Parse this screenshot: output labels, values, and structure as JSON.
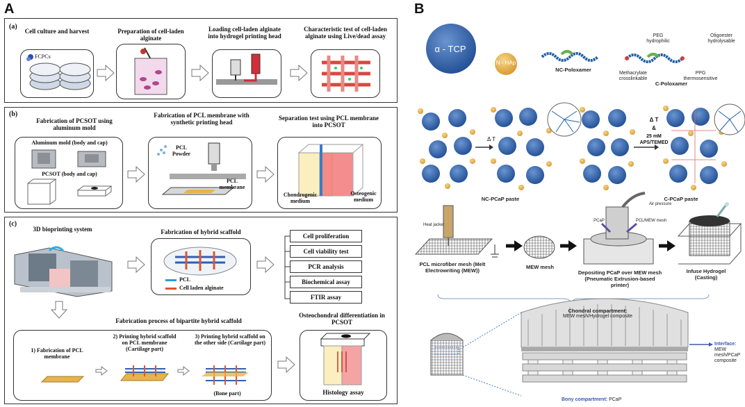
{
  "panelA": {
    "letter": "A",
    "a": {
      "tag": "(a)",
      "steps": [
        "Cell culture and harvest",
        "Preparation of cell-laden alginate",
        "Loading cell-laden alginate into hydrogel printing head",
        "Characteristic test of cell-laden alginate using Live/dead assay"
      ],
      "fcpcs": "FCPCs"
    },
    "b": {
      "tag": "(b)",
      "steps": [
        "Fabrication of PCSOT using aluminum mold",
        "Fabrication of PCL membrane with synthetic printing head",
        "Separation test using PCL membrane into PCSOT"
      ],
      "mold_label": "Aluminum mold (body and cap)",
      "pcsot_label": "PCSOT (body and cap)",
      "pcl_powder": "PCL Powder",
      "pcl_membrane": "PCL membrane",
      "chondro": "Chondrogenic medium",
      "osteo": "Osteogenic medium"
    },
    "c": {
      "tag": "(c)",
      "bioprint": "3D bioprinting system",
      "hybrid": "Fabrication of hybrid scaffold",
      "legend_pcl": "PCL",
      "legend_alg": "Cell laden alginate",
      "assays": [
        "Cell proliferation",
        "Cell viability test",
        "PCR analysis",
        "Biochemical assay",
        "FTIR assay"
      ],
      "bipartite": "Fabrication process of bipartite hybrid scaffold",
      "osteo_diff": "Osteochondral differentiation in PCSOT",
      "bp_steps": [
        "1) Fabrication of PCL membrane",
        "2) Printing hybrid scaffold on PCL membrane (Cartilage part)",
        "3) Printing hybrid scaffold on the other side (Cartilage part)"
      ],
      "bone_part": "(Bone part)",
      "histology": "Histology assay"
    }
  },
  "panelB": {
    "letter": "B",
    "alpha_tcp": "α - TCP",
    "n_hap": "N - HAp",
    "nc_poloxamer": "NC-Poloxamer",
    "c_poloxamer": "C-Poloxamer",
    "peg": "PEG hydrophilic",
    "oligoester": "Oligoester hydrolysable",
    "methacrylate": "Methacrylate crosslinkable",
    "ppg": "PPG thermosensitive",
    "delta_t": "Δ T",
    "delta_t2": "Δ T",
    "amp": "&",
    "aps": "25 mM APS/TEMED",
    "nc_paste": "NC-PCaP paste",
    "c_paste": "C-PCaP paste",
    "heat_jacket": "Heat jacket",
    "air_pressure": "Air pressure",
    "pcap": "PCaP",
    "pcl_mew": "PCL/MEW mesh",
    "pcl_micro": "PCL microfiber mesh (Melt Electrowriting (MEW))",
    "mew_mesh": "MEW mesh",
    "depositing": "Depositing PCaP over MEW mesh (Pneumatic Extrusion-based printer)",
    "infuse": "Infuse Hydrogel (Casting)",
    "chondral_b": "Chondral compartment:",
    "chondral": "MEW mesh/Hydrogel composite",
    "interface_b": "Interface:",
    "interface": "MEW mesh/PCaP composite",
    "bony_b": "Bony compartment:",
    "bony": "PCaP",
    "colors": {
      "tcp": "#2f63a8",
      "hap": "#e8b44a",
      "green": "#6ab04c",
      "blue": "#1f5fa8"
    }
  }
}
